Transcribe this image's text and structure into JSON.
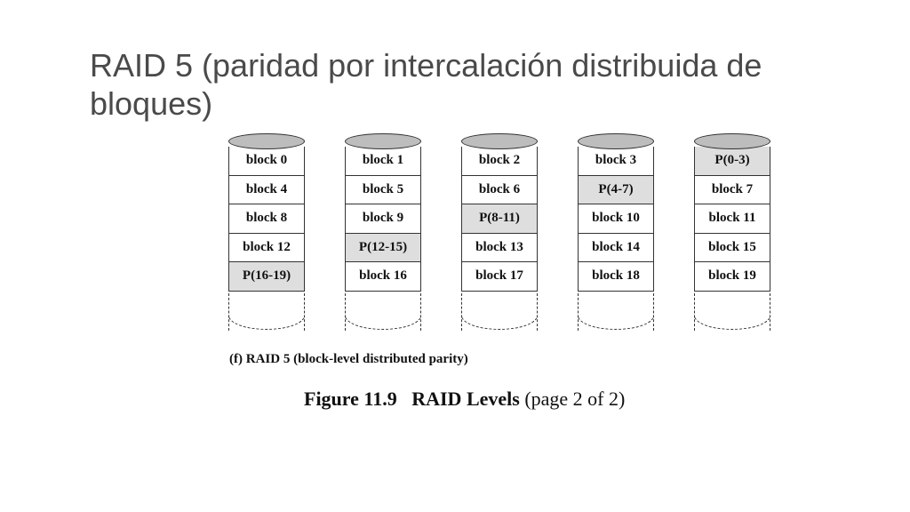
{
  "slide": {
    "title": "RAID 5 (paridad por intercalación distribuida de bloques)"
  },
  "diagram": {
    "disks": [
      {
        "cells": [
          {
            "label": "block 0",
            "parity": false
          },
          {
            "label": "block 4",
            "parity": false
          },
          {
            "label": "block 8",
            "parity": false
          },
          {
            "label": "block 12",
            "parity": false
          },
          {
            "label": "P(16-19)",
            "parity": true
          }
        ]
      },
      {
        "cells": [
          {
            "label": "block 1",
            "parity": false
          },
          {
            "label": "block 5",
            "parity": false
          },
          {
            "label": "block 9",
            "parity": false
          },
          {
            "label": "P(12-15)",
            "parity": true
          },
          {
            "label": "block 16",
            "parity": false
          }
        ]
      },
      {
        "cells": [
          {
            "label": "block 2",
            "parity": false
          },
          {
            "label": "block 6",
            "parity": false
          },
          {
            "label": "P(8-11)",
            "parity": true
          },
          {
            "label": "block 13",
            "parity": false
          },
          {
            "label": "block 17",
            "parity": false
          }
        ]
      },
      {
        "cells": [
          {
            "label": "block 3",
            "parity": false
          },
          {
            "label": "P(4-7)",
            "parity": true
          },
          {
            "label": "block 10",
            "parity": false
          },
          {
            "label": "block 14",
            "parity": false
          },
          {
            "label": "block 18",
            "parity": false
          }
        ]
      },
      {
        "cells": [
          {
            "label": "P(0-3)",
            "parity": true
          },
          {
            "label": "block 7",
            "parity": false
          },
          {
            "label": "block 11",
            "parity": false
          },
          {
            "label": "block 15",
            "parity": false
          },
          {
            "label": "block 19",
            "parity": false
          }
        ]
      }
    ],
    "caption": "(f) RAID 5 (block-level distributed parity)",
    "figure_number": "Figure 11.9",
    "figure_title_bold": "RAID Levels",
    "figure_title_rest": "(page 2 of 2)"
  }
}
